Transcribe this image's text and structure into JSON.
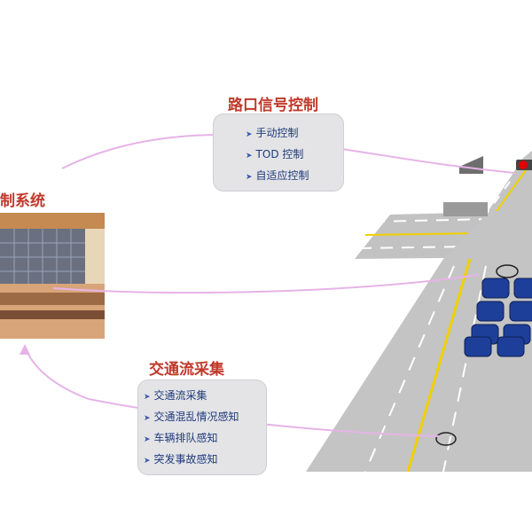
{
  "control_center": {
    "title": "制系统"
  },
  "signal_control": {
    "title": "路口信号控制",
    "items": [
      "手动控制",
      "TOD 控制",
      "自适应控制"
    ]
  },
  "traffic_collection": {
    "title": "交通流采集",
    "items": [
      "交通流采集",
      "交通混乱情况感知",
      "车辆排队感知",
      "突发事故感知"
    ]
  },
  "colors": {
    "title": "#c0392b",
    "item_text": "#1f3a7a",
    "loop_line": "#e6b3e6",
    "road": "#bdbdbd",
    "car": "#1e3f99",
    "center_line": "#f0d000",
    "signal_red": "#e00000"
  },
  "icons": {
    "bullet": "arrow-right-icon",
    "signal": "traffic-light-icon",
    "detector": "loop-detector-icon",
    "vehicle": "car-icon"
  }
}
